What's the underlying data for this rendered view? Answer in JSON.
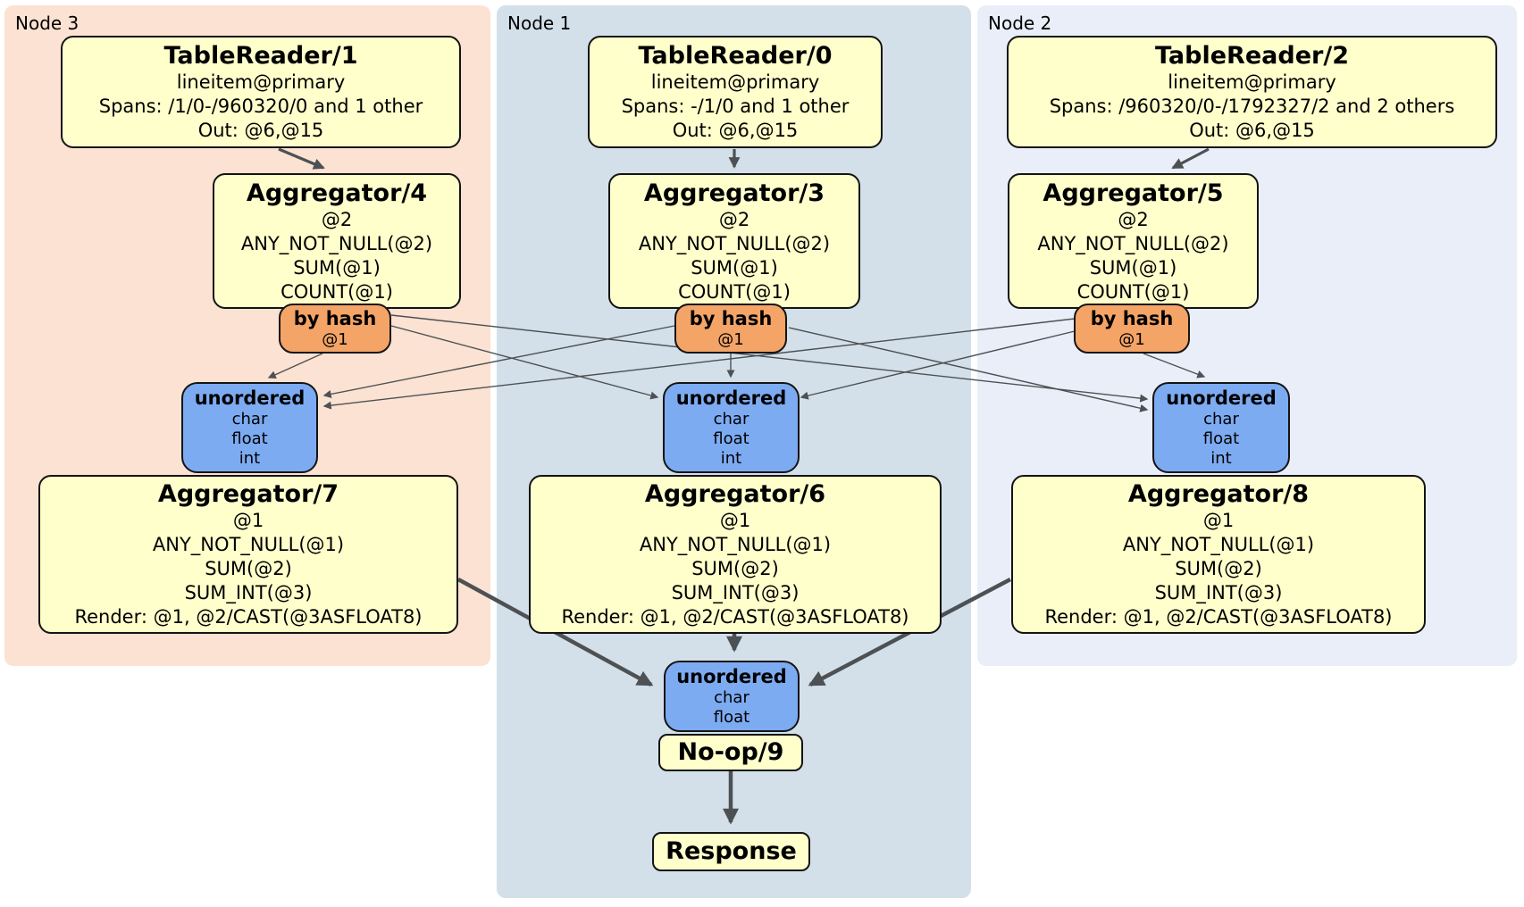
{
  "regions": [
    {
      "label": "Node 3",
      "table_reader": {
        "title": "TableReader/1",
        "lines": [
          "lineitem@primary",
          "Spans: /1/0-/960320/0 and 1 other",
          "Out: @6,@15"
        ]
      },
      "aggregator": {
        "title": "Aggregator/4",
        "lines": [
          "@2",
          "ANY_NOT_NULL(@2)",
          "SUM(@1)",
          "COUNT(@1)"
        ]
      },
      "router": {
        "title": "by hash",
        "detail": "@1"
      },
      "sync": {
        "title": "unordered",
        "lines": [
          "char",
          "float",
          "int"
        ]
      },
      "final_aggregator": {
        "title": "Aggregator/7",
        "lines": [
          "@1",
          "ANY_NOT_NULL(@1)",
          "SUM(@2)",
          "SUM_INT(@3)",
          "Render: @1, @2/CAST(@3ASFLOAT8)"
        ]
      }
    },
    {
      "label": "Node 1",
      "table_reader": {
        "title": "TableReader/0",
        "lines": [
          "lineitem@primary",
          "Spans: -/1/0 and 1 other",
          "Out: @6,@15"
        ]
      },
      "aggregator": {
        "title": "Aggregator/3",
        "lines": [
          "@2",
          "ANY_NOT_NULL(@2)",
          "SUM(@1)",
          "COUNT(@1)"
        ]
      },
      "router": {
        "title": "by hash",
        "detail": "@1"
      },
      "sync": {
        "title": "unordered",
        "lines": [
          "char",
          "float",
          "int"
        ]
      },
      "final_aggregator": {
        "title": "Aggregator/6",
        "lines": [
          "@1",
          "ANY_NOT_NULL(@1)",
          "SUM(@2)",
          "SUM_INT(@3)",
          "Render: @1, @2/CAST(@3ASFLOAT8)"
        ]
      }
    },
    {
      "label": "Node 2",
      "table_reader": {
        "title": "TableReader/2",
        "lines": [
          "lineitem@primary",
          "Spans: /960320/0-/1792327/2 and 2 others",
          "Out: @6,@15"
        ]
      },
      "aggregator": {
        "title": "Aggregator/5",
        "lines": [
          "@2",
          "ANY_NOT_NULL(@2)",
          "SUM(@1)",
          "COUNT(@1)"
        ]
      },
      "router": {
        "title": "by hash",
        "detail": "@1"
      },
      "sync": {
        "title": "unordered",
        "lines": [
          "char",
          "float",
          "int"
        ]
      },
      "final_aggregator": {
        "title": "Aggregator/8",
        "lines": [
          "@1",
          "ANY_NOT_NULL(@1)",
          "SUM(@2)",
          "SUM_INT(@3)",
          "Render: @1, @2/CAST(@3ASFLOAT8)"
        ]
      }
    }
  ],
  "output_chain": {
    "sync": {
      "title": "unordered",
      "lines": [
        "char",
        "float"
      ]
    },
    "noop": {
      "title": "No-op/9"
    },
    "response": {
      "title": "Response"
    }
  },
  "colors": {
    "node3_bg": "#fbe2d2",
    "node1_bg": "#d3e0ea",
    "node2_bg": "#e9eef8",
    "box_fill": "#ffffcc",
    "router_fill": "#f4a466",
    "sync_fill": "#7dabf2",
    "edge_color": "#4d5154",
    "border_color": "#141414",
    "text_color": "#000000"
  }
}
